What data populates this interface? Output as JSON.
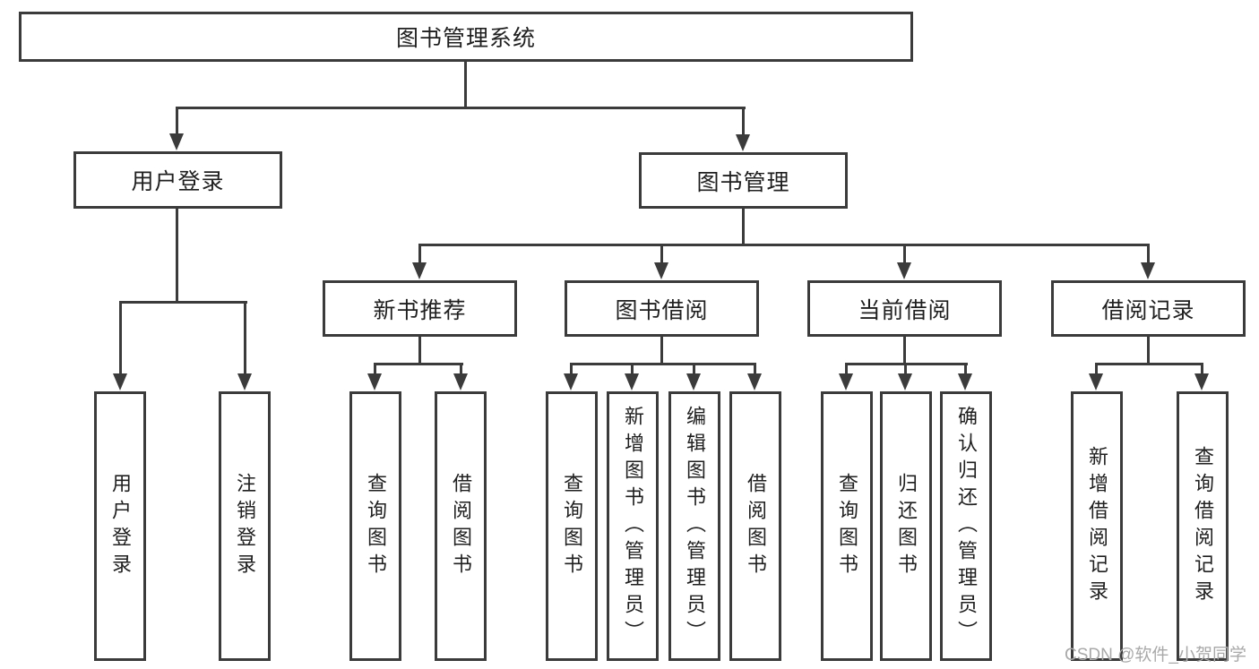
{
  "diagram": {
    "type": "hierarchy-tree",
    "watermark": "CSDN @软件_小贺同学",
    "colors": {
      "line": "#3b3b3b",
      "text": "#1f1f1f",
      "watermark": "#a9a9a9",
      "background": "#ffffff"
    }
  },
  "tree": {
    "label": "图书管理系统",
    "children": [
      {
        "label": "用户登录",
        "children": [
          {
            "label": "用户登录"
          },
          {
            "label": "注销登录"
          }
        ]
      },
      {
        "label": "图书管理",
        "children": [
          {
            "label": "新书推荐",
            "children": [
              {
                "label": "查询图书"
              },
              {
                "label": "借阅图书"
              }
            ]
          },
          {
            "label": "图书借阅",
            "children": [
              {
                "label": "查询图书"
              },
              {
                "label": "新增图书（管理员）"
              },
              {
                "label": "编辑图书（管理员）"
              },
              {
                "label": "借阅图书"
              }
            ]
          },
          {
            "label": "当前借阅",
            "children": [
              {
                "label": "查询图书"
              },
              {
                "label": "归还图书"
              },
              {
                "label": "确认归还（管理员）"
              }
            ]
          },
          {
            "label": "借阅记录",
            "children": [
              {
                "label": "新增借阅记录"
              },
              {
                "label": "查询借阅记录"
              }
            ]
          }
        ]
      }
    ]
  }
}
